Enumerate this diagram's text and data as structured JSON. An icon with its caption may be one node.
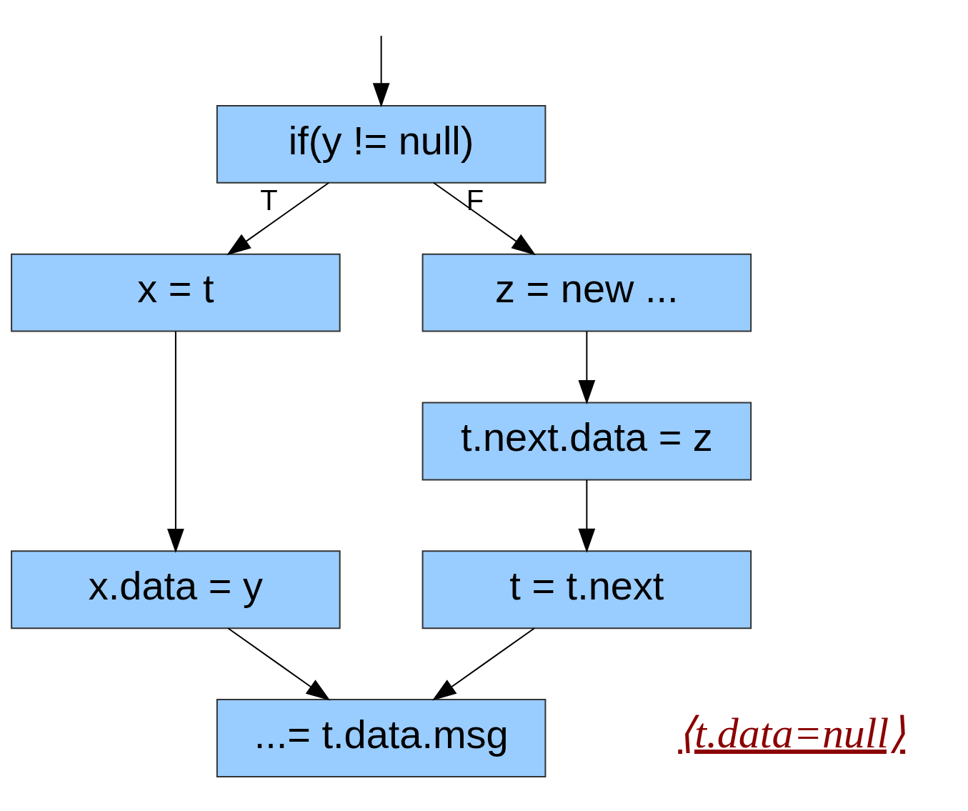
{
  "diagram": {
    "nodes": [
      {
        "text": [
          "if(y != null)"
        ]
      },
      {
        "text": [
          "x = t"
        ]
      },
      {
        "text": [
          "z = new ..."
        ]
      },
      {
        "text": [
          "t.next.data = z"
        ]
      },
      {
        "text": [
          "x.data = y"
        ]
      },
      {
        "text": [
          "t = t.next"
        ]
      },
      {
        "text": [
          "...= t.data.msg"
        ]
      }
    ],
    "edges": [
      {
        "from": null,
        "to": 0,
        "arrow": "to"
      },
      {
        "from": 0,
        "to": 1,
        "arrow": "to",
        "label": "T"
      },
      {
        "from": 0,
        "to": 2,
        "arrow": "to",
        "label": "F"
      },
      {
        "from": 2,
        "to": 3,
        "arrow": "to"
      },
      {
        "from": 1,
        "to": 4,
        "arrow": "to"
      },
      {
        "from": 3,
        "to": 5,
        "arrow": "to"
      },
      {
        "from": 4,
        "to": 6,
        "arrow": "to"
      },
      {
        "from": 5,
        "to": 6,
        "arrow": "to"
      }
    ],
    "labels": [
      "⟨t.data=null⟩"
    ]
  }
}
